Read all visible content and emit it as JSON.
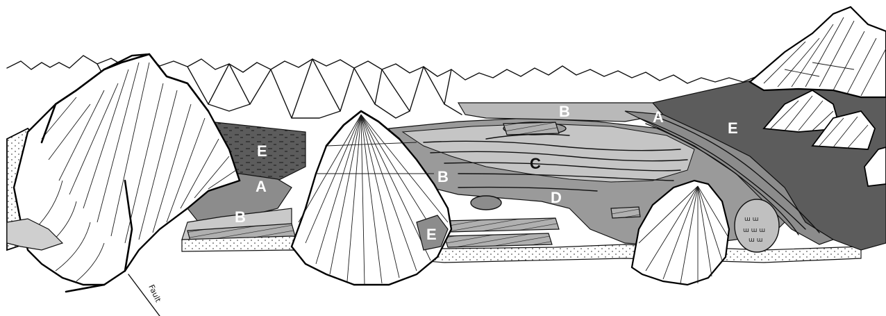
{
  "labels": {
    "e_left": "E",
    "a_left": "A",
    "b_left": "B",
    "b_top": "B",
    "a_right": "A",
    "e_right": "E",
    "b_mid": "B",
    "c_center": "C",
    "d_center": "D",
    "e_mid": "E",
    "fault": "Fault"
  },
  "colors": {
    "dark_zone": "#5c5c5c",
    "medium_zone": "#8c8c8c",
    "light_zone": "#b9b9b9",
    "paler_zone": "#cfcfcf",
    "sky": "#ffffff",
    "ink": "#111111"
  }
}
